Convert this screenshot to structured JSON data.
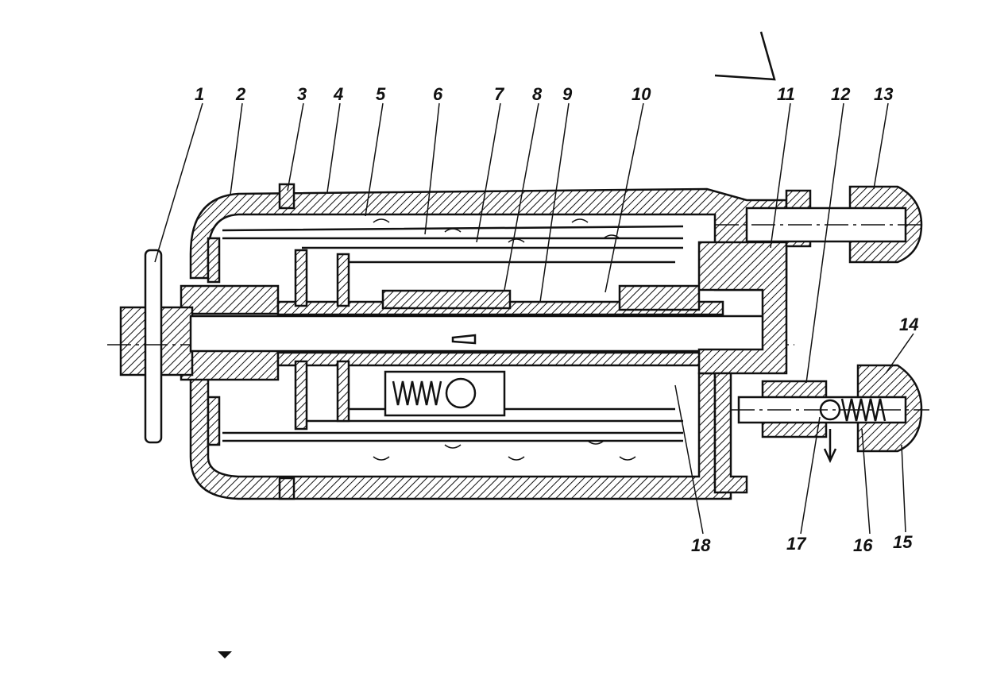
{
  "callouts": {
    "top": [
      "1",
      "2",
      "3",
      "4",
      "5",
      "6",
      "7",
      "8",
      "9",
      "10",
      "11",
      "12",
      "13"
    ],
    "right": "14",
    "bottom": [
      "18",
      "17",
      "16",
      "15"
    ]
  },
  "colors": {
    "ink": "#111111",
    "background": "#ffffff"
  },
  "icons": {
    "corner_mark": "check-mark-icon",
    "small_marker": "triangle-down-icon"
  }
}
